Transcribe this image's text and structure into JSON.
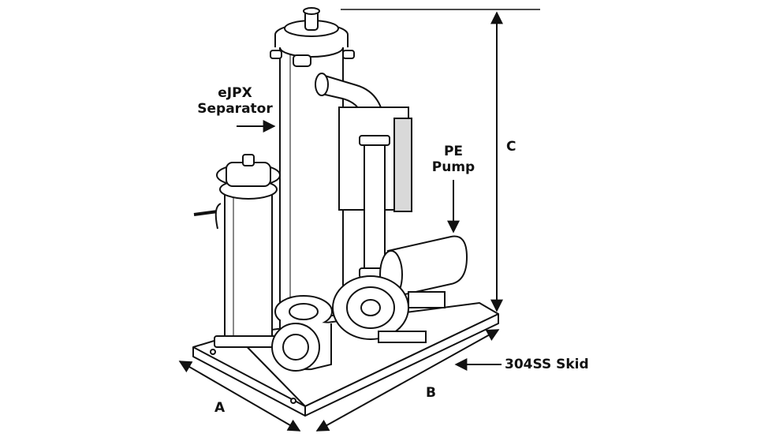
{
  "labels": {
    "separator": [
      "eJPX",
      "Separator"
    ],
    "pump": [
      "PE",
      "Pump"
    ],
    "skid": "304SS Skid",
    "dim_a": "A",
    "dim_b": "B",
    "dim_c": "C"
  },
  "colors": {
    "line": "#111111",
    "fill": "#ffffff",
    "shade": "#d9d9d9"
  }
}
